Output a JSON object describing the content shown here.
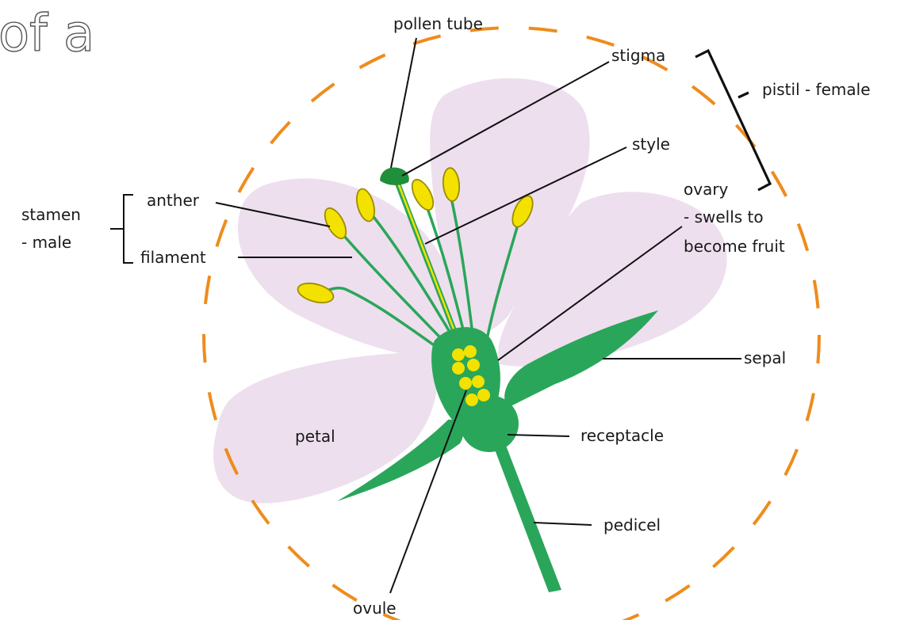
{
  "title_fragment": "of a",
  "labels": {
    "pollen_tube": "pollen tube",
    "stigma": "stigma",
    "pistil": "pistil - female",
    "style": "style",
    "ovary": "ovary",
    "ovary_note_1": "- swells to",
    "ovary_note_2": "become fruit",
    "stamen_1": "stamen",
    "stamen_2": "- male",
    "anther": "anther",
    "filament": "filament",
    "sepal": "sepal",
    "petal": "petal",
    "receptacle": "receptacle",
    "pedicel": "pedicel",
    "ovule": "ovule"
  },
  "colors": {
    "circle": "#ee8c1c",
    "petal": "#ecdcec",
    "green": "#2aa65a",
    "dark_green": "#1f8f3a",
    "yellow": "#f3e100",
    "yellow_outline": "#9a8d00"
  }
}
